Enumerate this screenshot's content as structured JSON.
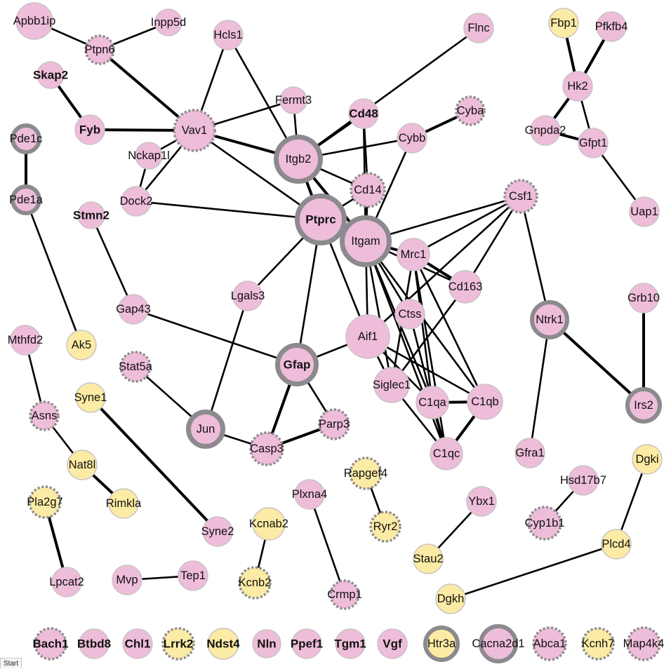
{
  "colors": {
    "pink": "#eebdd9",
    "yellow": "#fbeba4",
    "ring": "#8c8a8e",
    "dashed": "#8f8d90",
    "thin_border": "#c9c3c7",
    "edge": "#000000"
  },
  "start_tab": "Start",
  "nodes": [
    {
      "id": "Apbb1ip",
      "label": "Apbb1ip",
      "fill": "pink",
      "border": "thin"
    },
    {
      "id": "Inpp5d",
      "label": "Inpp5d",
      "fill": "pink",
      "border": "thin"
    },
    {
      "id": "Ptpn6",
      "label": "Ptpn6",
      "fill": "pink",
      "border": "dashed"
    },
    {
      "id": "Hcls1",
      "label": "Hcls1",
      "fill": "pink",
      "border": "thin"
    },
    {
      "id": "Flnc",
      "label": "Flnc",
      "fill": "pink",
      "border": "thin"
    },
    {
      "id": "Fbp1",
      "label": "Fbp1",
      "fill": "yellow",
      "border": "thin"
    },
    {
      "id": "Pfkfb4",
      "label": "Pfkfb4",
      "fill": "pink",
      "border": "thin"
    },
    {
      "id": "Skap2",
      "label": "Skap2",
      "fill": "pink",
      "border": "thin",
      "bold": true
    },
    {
      "id": "Hk2",
      "label": "Hk2",
      "fill": "pink",
      "border": "thin"
    },
    {
      "id": "Fermt3",
      "label": "Fermt3",
      "fill": "pink",
      "border": "thin"
    },
    {
      "id": "Cd48",
      "label": "Cd48",
      "fill": "pink",
      "border": "thin",
      "bold": true
    },
    {
      "id": "Cyba",
      "label": "Cyba",
      "fill": "pink",
      "border": "dashed"
    },
    {
      "id": "Fyb",
      "label": "Fyb",
      "fill": "pink",
      "border": "thin",
      "bold": true
    },
    {
      "id": "Vav1",
      "label": "Vav1",
      "fill": "pink",
      "border": "dashed"
    },
    {
      "id": "Gnpda2",
      "label": "Gnpda2",
      "fill": "pink",
      "border": "thin"
    },
    {
      "id": "Gfpt1",
      "label": "Gfpt1",
      "fill": "pink",
      "border": "thin"
    },
    {
      "id": "Pde1c",
      "label": "Pde1c",
      "fill": "pink",
      "border": "ring"
    },
    {
      "id": "Cybb",
      "label": "Cybb",
      "fill": "pink",
      "border": "thin"
    },
    {
      "id": "Nckap1l",
      "label": "Nckap1l",
      "fill": "pink",
      "border": "thin"
    },
    {
      "id": "Itgb2",
      "label": "Itgb2",
      "fill": "pink",
      "border": "ring"
    },
    {
      "id": "Cd14",
      "label": "Cd14",
      "fill": "pink",
      "border": "dashed"
    },
    {
      "id": "Csf1",
      "label": "Csf1",
      "fill": "pink",
      "border": "dashed"
    },
    {
      "id": "Pde1a",
      "label": "Pde1a",
      "fill": "pink",
      "border": "ring"
    },
    {
      "id": "Dock2",
      "label": "Dock2",
      "fill": "pink",
      "border": "thin"
    },
    {
      "id": "Uap1",
      "label": "Uap1",
      "fill": "pink",
      "border": "thin"
    },
    {
      "id": "Stmn2",
      "label": "Stmn2",
      "fill": "pink",
      "border": "thin",
      "bold": true
    },
    {
      "id": "Ptprc",
      "label": "Ptprc",
      "fill": "pink",
      "border": "ring",
      "bold": true
    },
    {
      "id": "Itgam",
      "label": "Itgam",
      "fill": "pink",
      "border": "ring"
    },
    {
      "id": "Mrc1",
      "label": "Mrc1",
      "fill": "pink",
      "border": "thin"
    },
    {
      "id": "Cd163",
      "label": "Cd163",
      "fill": "pink",
      "border": "thin"
    },
    {
      "id": "Lgals3",
      "label": "Lgals3",
      "fill": "pink",
      "border": "thin"
    },
    {
      "id": "Grb10",
      "label": "Grb10",
      "fill": "pink",
      "border": "thin"
    },
    {
      "id": "Gap43",
      "label": "Gap43",
      "fill": "pink",
      "border": "thin"
    },
    {
      "id": "Ctss",
      "label": "Ctss",
      "fill": "pink",
      "border": "thin"
    },
    {
      "id": "Ntrk1",
      "label": "Ntrk1",
      "fill": "pink",
      "border": "ring"
    },
    {
      "id": "Mthfd2",
      "label": "Mthfd2",
      "fill": "pink",
      "border": "thin"
    },
    {
      "id": "Ak5",
      "label": "Ak5",
      "fill": "yellow",
      "border": "thin"
    },
    {
      "id": "Aif1",
      "label": "Aif1",
      "fill": "pink",
      "border": "thin"
    },
    {
      "id": "Stat5a",
      "label": "Stat5a",
      "fill": "pink",
      "border": "dashed"
    },
    {
      "id": "Gfap",
      "label": "Gfap",
      "fill": "pink",
      "border": "ring",
      "bold": true
    },
    {
      "id": "Siglec1",
      "label": "Siglec1",
      "fill": "pink",
      "border": "thin"
    },
    {
      "id": "Syne1",
      "label": "Syne1",
      "fill": "yellow",
      "border": "thin"
    },
    {
      "id": "C1qa",
      "label": "C1qa",
      "fill": "pink",
      "border": "thin"
    },
    {
      "id": "C1qb",
      "label": "C1qb",
      "fill": "pink",
      "border": "thin"
    },
    {
      "id": "Asns",
      "label": "Asns",
      "fill": "pink",
      "border": "dashed"
    },
    {
      "id": "Irs2",
      "label": "Irs2",
      "fill": "pink",
      "border": "ring"
    },
    {
      "id": "Jun",
      "label": "Jun",
      "fill": "pink",
      "border": "ring"
    },
    {
      "id": "Parp3",
      "label": "Parp3",
      "fill": "pink",
      "border": "dashed"
    },
    {
      "id": "Nat8l",
      "label": "Nat8l",
      "fill": "yellow",
      "border": "thin"
    },
    {
      "id": "Casp3",
      "label": "Casp3",
      "fill": "pink",
      "border": "dashed"
    },
    {
      "id": "C1qc",
      "label": "C1qc",
      "fill": "pink",
      "border": "thin"
    },
    {
      "id": "Gfra1",
      "label": "Gfra1",
      "fill": "pink",
      "border": "thin"
    },
    {
      "id": "Dgki",
      "label": "Dgki",
      "fill": "yellow",
      "border": "thin"
    },
    {
      "id": "Rapgef4",
      "label": "Rapgef4",
      "fill": "yellow",
      "border": "dashed"
    },
    {
      "id": "Hsd17b7",
      "label": "Hsd17b7",
      "fill": "pink",
      "border": "thin"
    },
    {
      "id": "Pla2g7",
      "label": "Pla2g7",
      "fill": "yellow",
      "border": "dashed"
    },
    {
      "id": "Rimkla",
      "label": "Rimkla",
      "fill": "yellow",
      "border": "thin"
    },
    {
      "id": "Plxna4",
      "label": "Plxna4",
      "fill": "pink",
      "border": "thin"
    },
    {
      "id": "Ybx1",
      "label": "Ybx1",
      "fill": "pink",
      "border": "thin"
    },
    {
      "id": "Cyp1b1",
      "label": "Cyp1b1",
      "fill": "pink",
      "border": "dashed"
    },
    {
      "id": "Kcnab2",
      "label": "Kcnab2",
      "fill": "yellow",
      "border": "thin"
    },
    {
      "id": "Ryr2",
      "label": "Ryr2",
      "fill": "yellow",
      "border": "dashed"
    },
    {
      "id": "Syne2",
      "label": "Syne2",
      "fill": "pink",
      "border": "thin"
    },
    {
      "id": "Plcd4",
      "label": "Plcd4",
      "fill": "yellow",
      "border": "thin"
    },
    {
      "id": "Stau2",
      "label": "Stau2",
      "fill": "yellow",
      "border": "thin"
    },
    {
      "id": "Lpcat2",
      "label": "Lpcat2",
      "fill": "pink",
      "border": "thin"
    },
    {
      "id": "Mvp",
      "label": "Mvp",
      "fill": "pink",
      "border": "thin"
    },
    {
      "id": "Tep1",
      "label": "Tep1",
      "fill": "pink",
      "border": "thin"
    },
    {
      "id": "Kcnb2",
      "label": "Kcnb2",
      "fill": "yellow",
      "border": "dashed"
    },
    {
      "id": "Crmp1",
      "label": "Crmp1",
      "fill": "pink",
      "border": "dashed"
    },
    {
      "id": "Dgkh",
      "label": "Dgkh",
      "fill": "yellow",
      "border": "thin"
    },
    {
      "id": "Bach1",
      "label": "Bach1",
      "fill": "pink",
      "border": "dashed",
      "bold": true
    },
    {
      "id": "Btbd8",
      "label": "Btbd8",
      "fill": "pink",
      "border": "thin",
      "bold": true
    },
    {
      "id": "Chl1",
      "label": "Chl1",
      "fill": "pink",
      "border": "thin",
      "bold": true
    },
    {
      "id": "Lrrk2",
      "label": "Lrrk2",
      "fill": "yellow",
      "border": "dashed",
      "bold": true
    },
    {
      "id": "Ndst4",
      "label": "Ndst4",
      "fill": "yellow",
      "border": "thin",
      "bold": true
    },
    {
      "id": "Nln",
      "label": "Nln",
      "fill": "pink",
      "border": "thin",
      "bold": true
    },
    {
      "id": "Ppef1",
      "label": "Ppef1",
      "fill": "pink",
      "border": "thin",
      "bold": true
    },
    {
      "id": "Tgm1",
      "label": "Tgm1",
      "fill": "pink",
      "border": "thin",
      "bold": true
    },
    {
      "id": "Vgf",
      "label": "Vgf",
      "fill": "pink",
      "border": "thin",
      "bold": true
    },
    {
      "id": "Htr3a",
      "label": "Htr3a",
      "fill": "yellow",
      "border": "ring"
    },
    {
      "id": "Cacna2d1",
      "label": "Cacna2d1",
      "fill": "pink",
      "border": "ring"
    },
    {
      "id": "Abca1",
      "label": "Abca1",
      "fill": "pink",
      "border": "dashed"
    },
    {
      "id": "Kcnh7",
      "label": "Kcnh7",
      "fill": "yellow",
      "border": "dashed"
    },
    {
      "id": "Map4k4",
      "label": "Map4k4",
      "fill": "pink",
      "border": "dashed"
    }
  ],
  "edges": [
    [
      "Apbb1ip",
      "Ptpn6"
    ],
    [
      "Inpp5d",
      "Ptpn6"
    ],
    [
      "Ptpn6",
      "Vav1"
    ],
    [
      "Skap2",
      "Fyb"
    ],
    [
      "Fyb",
      "Vav1"
    ],
    [
      "Hcls1",
      "Vav1"
    ],
    [
      "Hcls1",
      "Itgb2"
    ],
    [
      "Vav1",
      "Fermt3"
    ],
    [
      "Vav1",
      "Nckap1l"
    ],
    [
      "Vav1",
      "Dock2"
    ],
    [
      "Vav1",
      "Itgb2"
    ],
    [
      "Vav1",
      "Ptprc"
    ],
    [
      "Fermt3",
      "Itgb2"
    ],
    [
      "Nckap1l",
      "Dock2"
    ],
    [
      "Dock2",
      "Ptprc"
    ],
    [
      "Flnc",
      "Itgb2"
    ],
    [
      "Cd48",
      "Itgb2"
    ],
    [
      "Cd48",
      "Cd14"
    ],
    [
      "Cd48",
      "Itgam"
    ],
    [
      "Cyba",
      "Cybb"
    ],
    [
      "Cybb",
      "Itgb2"
    ],
    [
      "Cybb",
      "Itgam"
    ],
    [
      "Itgb2",
      "Ptprc"
    ],
    [
      "Itgb2",
      "Itgam"
    ],
    [
      "Itgb2",
      "Cd14"
    ],
    [
      "Cd14",
      "Itgam"
    ],
    [
      "Cd14",
      "Ptprc"
    ],
    [
      "Ptprc",
      "Itgam"
    ],
    [
      "Ptprc",
      "Lgals3"
    ],
    [
      "Ptprc",
      "Aif1"
    ],
    [
      "Ptprc",
      "Gfap"
    ],
    [
      "Itgam",
      "Csf1"
    ],
    [
      "Itgam",
      "Mrc1"
    ],
    [
      "Itgam",
      "Cd163"
    ],
    [
      "Itgam",
      "Ctss"
    ],
    [
      "Itgam",
      "Aif1"
    ],
    [
      "Itgam",
      "Siglec1"
    ],
    [
      "Itgam",
      "C1qa"
    ],
    [
      "Itgam",
      "C1qb"
    ],
    [
      "Itgam",
      "C1qc"
    ],
    [
      "Csf1",
      "Mrc1"
    ],
    [
      "Csf1",
      "Cd163"
    ],
    [
      "Csf1",
      "Ntrk1"
    ],
    [
      "Csf1",
      "Aif1"
    ],
    [
      "Mrc1",
      "Cd163"
    ],
    [
      "Mrc1",
      "C1qa"
    ],
    [
      "Mrc1",
      "C1qb"
    ],
    [
      "Mrc1",
      "C1qc"
    ],
    [
      "Mrc1",
      "Siglec1"
    ],
    [
      "Cd163",
      "Siglec1"
    ],
    [
      "Aif1",
      "Siglec1"
    ],
    [
      "Aif1",
      "C1qa"
    ],
    [
      "Aif1",
      "C1qb"
    ],
    [
      "Aif1",
      "Gfap"
    ],
    [
      "C1qa",
      "C1qb"
    ],
    [
      "C1qa",
      "C1qc"
    ],
    [
      "C1qb",
      "C1qc"
    ],
    [
      "Siglec1",
      "C1qc"
    ],
    [
      "Ctss",
      "C1qa"
    ],
    [
      "Lgals3",
      "Jun"
    ],
    [
      "Gap43",
      "Stmn2"
    ],
    [
      "Gap43",
      "Gfap"
    ],
    [
      "Gfap",
      "Casp3"
    ],
    [
      "Gfap",
      "Parp3"
    ],
    [
      "Jun",
      "Stat5a"
    ],
    [
      "Jun",
      "Casp3"
    ],
    [
      "Casp3",
      "Parp3"
    ],
    [
      "Ntrk1",
      "Gfra1"
    ],
    [
      "Ntrk1",
      "Irs2"
    ],
    [
      "Grb10",
      "Irs2"
    ],
    [
      "Pde1c",
      "Pde1a"
    ],
    [
      "Pde1a",
      "Ak5"
    ],
    [
      "Fbp1",
      "Hk2"
    ],
    [
      "Pfkfb4",
      "Hk2"
    ],
    [
      "Hk2",
      "Gnpda2"
    ],
    [
      "Hk2",
      "Gfpt1"
    ],
    [
      "Gnpda2",
      "Gfpt1"
    ],
    [
      "Gfpt1",
      "Uap1"
    ],
    [
      "Mthfd2",
      "Asns"
    ],
    [
      "Asns",
      "Nat8l"
    ],
    [
      "Nat8l",
      "Rimkla"
    ],
    [
      "Syne1",
      "Syne2"
    ],
    [
      "Pla2g7",
      "Lpcat2"
    ],
    [
      "Mvp",
      "Tep1"
    ],
    [
      "Kcnab2",
      "Kcnb2"
    ],
    [
      "Plxna4",
      "Crmp1"
    ],
    [
      "Rapgef4",
      "Ryr2"
    ],
    [
      "Ybx1",
      "Stau2"
    ],
    [
      "Hsd17b7",
      "Cyp1b1"
    ],
    [
      "Dgki",
      "Plcd4"
    ],
    [
      "Plcd4",
      "Dgkh"
    ]
  ]
}
